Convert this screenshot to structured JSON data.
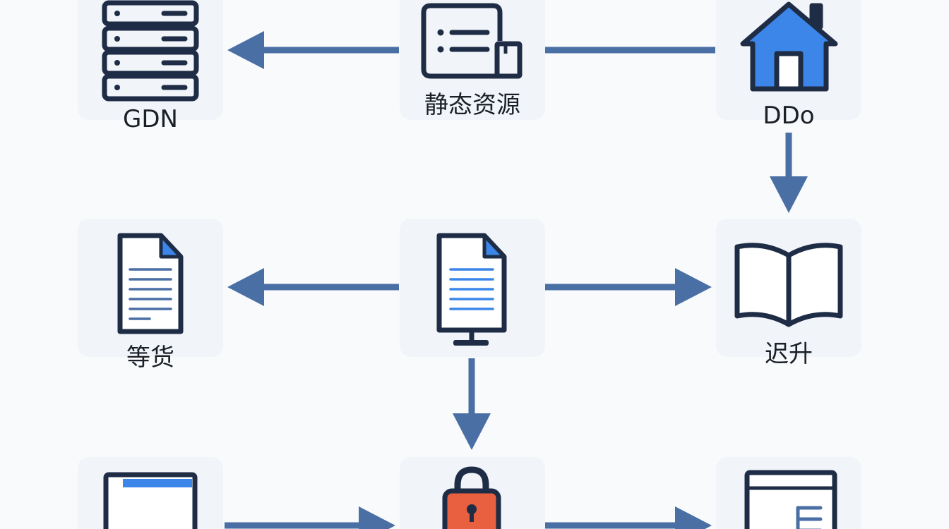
{
  "colors": {
    "arrow": "#4a6fa5",
    "outline": "#1e2d45",
    "accent_blue": "#3b86e8",
    "lock_red": "#e8603f",
    "tile_bg": "#f1f4f9",
    "page_bg": "#f9fafc"
  },
  "nodes": {
    "gdn": {
      "label": "GDN",
      "icon": "server-icon"
    },
    "static_resources": {
      "label": "静态资源",
      "icon": "form-package-icon"
    },
    "ddo": {
      "label": "DDo",
      "icon": "house-icon"
    },
    "deng_huo": {
      "label": "等货",
      "icon": "document-icon"
    },
    "monitor_document": {
      "label": "",
      "icon": "document-monitor-icon"
    },
    "chi_sheng": {
      "label": "迟升",
      "icon": "open-book-icon"
    },
    "browser_window": {
      "label": "",
      "icon": "browser-window-icon"
    },
    "security_lock": {
      "label": "",
      "icon": "padlock-icon"
    },
    "web_page": {
      "label": "",
      "icon": "web-page-icon"
    }
  },
  "edges": [
    {
      "from": "static_resources",
      "to": "gdn"
    },
    {
      "from": "ddo",
      "to": "static_resources"
    },
    {
      "from": "ddo",
      "to": "chi_sheng"
    },
    {
      "from": "monitor_document",
      "to": "deng_huo"
    },
    {
      "from": "monitor_document",
      "to": "chi_sheng"
    },
    {
      "from": "monitor_document",
      "to": "security_lock"
    },
    {
      "from": "browser_window",
      "to": "security_lock"
    },
    {
      "from": "security_lock",
      "to": "web_page"
    }
  ]
}
